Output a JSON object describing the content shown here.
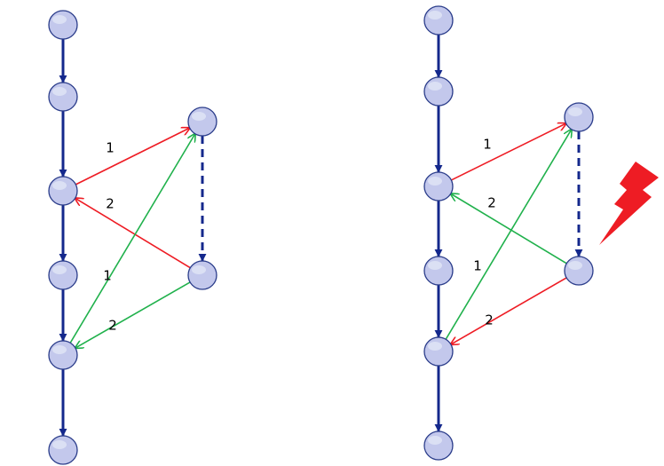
{
  "colors": {
    "main_line": "#14288c",
    "node_fill": "#c3c8ec",
    "node_stroke": "#2a3c8a",
    "red_arrow": "#ee1c24",
    "green_arrow": "#20b14c",
    "bolt": "#ee1c24"
  },
  "diagrams": [
    {
      "name": "left-diagram",
      "nodes": [
        {
          "id": "l0"
        },
        {
          "id": "l1"
        },
        {
          "id": "l2"
        },
        {
          "id": "l3"
        },
        {
          "id": "l4"
        },
        {
          "id": "l5"
        },
        {
          "id": "lr1"
        },
        {
          "id": "lr2"
        }
      ],
      "edges": [
        {
          "from": "l0",
          "to": "l1",
          "kind": "main"
        },
        {
          "from": "l1",
          "to": "l2",
          "kind": "main"
        },
        {
          "from": "l2",
          "to": "l3",
          "kind": "main"
        },
        {
          "from": "l3",
          "to": "l4",
          "kind": "main"
        },
        {
          "from": "l4",
          "to": "l5",
          "kind": "main"
        },
        {
          "from": "lr1",
          "to": "lr2",
          "kind": "dashed"
        },
        {
          "from": "l2",
          "to": "lr1",
          "kind": "red",
          "label": "1"
        },
        {
          "from": "lr2",
          "to": "l2",
          "kind": "red",
          "label": "2"
        },
        {
          "from": "l4",
          "to": "lr1",
          "kind": "green",
          "label": "1"
        },
        {
          "from": "lr2",
          "to": "l4",
          "kind": "green",
          "label": "2"
        }
      ]
    },
    {
      "name": "right-diagram",
      "nodes": [
        {
          "id": "r0"
        },
        {
          "id": "r1"
        },
        {
          "id": "r2"
        },
        {
          "id": "r3"
        },
        {
          "id": "r4"
        },
        {
          "id": "r5"
        },
        {
          "id": "rr1"
        },
        {
          "id": "rr2"
        }
      ],
      "edges": [
        {
          "from": "r0",
          "to": "r1",
          "kind": "main"
        },
        {
          "from": "r1",
          "to": "r2",
          "kind": "main"
        },
        {
          "from": "r2",
          "to": "r3",
          "kind": "main"
        },
        {
          "from": "r3",
          "to": "r4",
          "kind": "main"
        },
        {
          "from": "r4",
          "to": "r5",
          "kind": "main"
        },
        {
          "from": "rr1",
          "to": "rr2",
          "kind": "dashed"
        },
        {
          "from": "r2",
          "to": "rr1",
          "kind": "red",
          "label": "1"
        },
        {
          "from": "rr2",
          "to": "r2",
          "kind": "green",
          "label": "2"
        },
        {
          "from": "r4",
          "to": "rr1",
          "kind": "green",
          "label": "1"
        },
        {
          "from": "rr2",
          "to": "r4",
          "kind": "red",
          "label": "2"
        }
      ],
      "icons": [
        "lightning-bolt-icon"
      ]
    }
  ]
}
